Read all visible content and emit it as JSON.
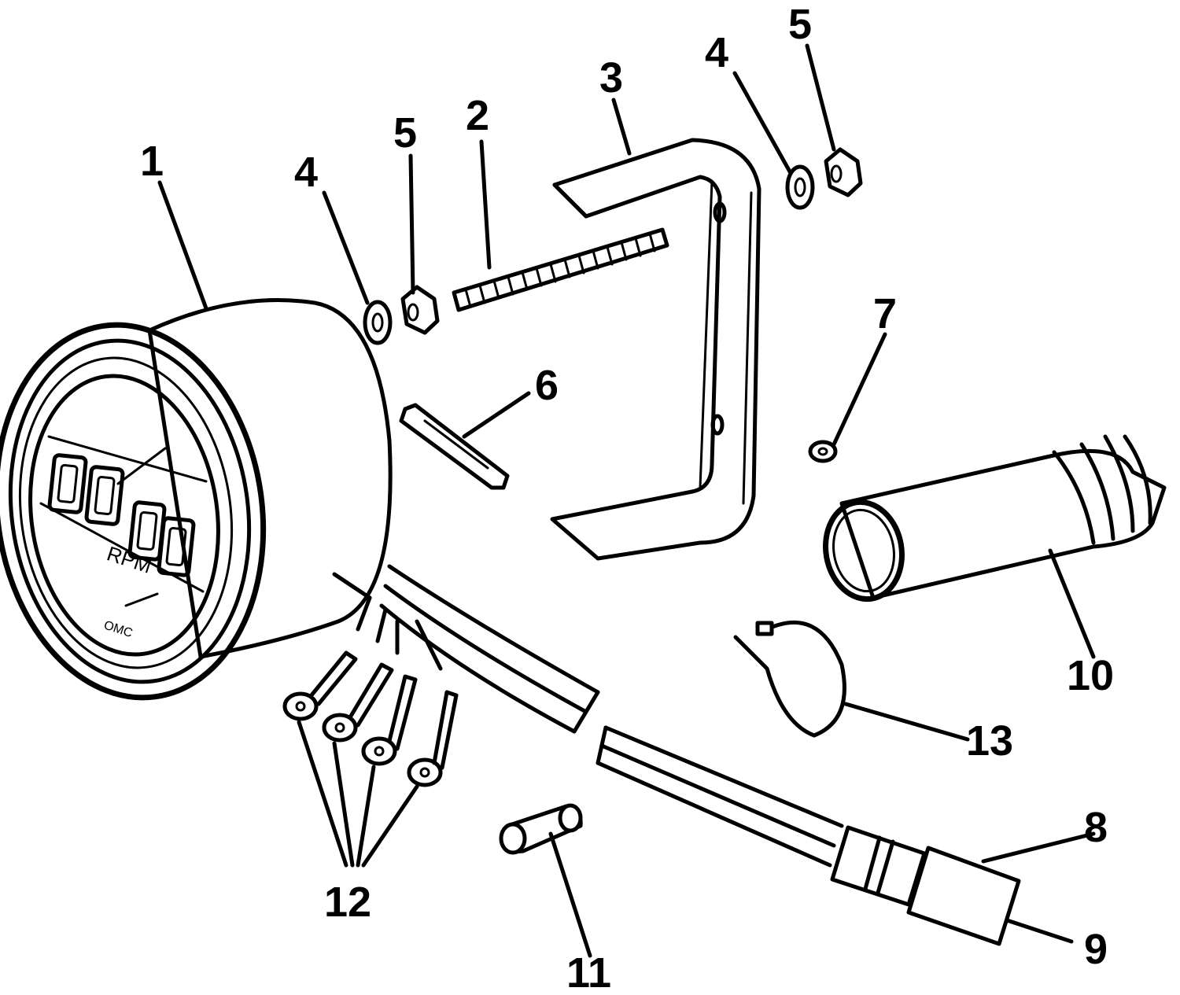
{
  "callouts": [
    {
      "id": "1",
      "label": "1"
    },
    {
      "id": "2",
      "label": "2"
    },
    {
      "id": "3",
      "label": "3"
    },
    {
      "id": "4a",
      "label": "4"
    },
    {
      "id": "4b",
      "label": "4"
    },
    {
      "id": "5a",
      "label": "5"
    },
    {
      "id": "5b",
      "label": "5"
    },
    {
      "id": "6",
      "label": "6"
    },
    {
      "id": "7",
      "label": "7"
    },
    {
      "id": "8",
      "label": "8"
    },
    {
      "id": "9",
      "label": "9"
    },
    {
      "id": "10",
      "label": "10"
    },
    {
      "id": "11",
      "label": "11"
    },
    {
      "id": "12",
      "label": "12"
    },
    {
      "id": "13",
      "label": "13"
    }
  ],
  "gauge": {
    "unit_label": "RPM",
    "brand_label": "OMC",
    "digits": "0000"
  }
}
